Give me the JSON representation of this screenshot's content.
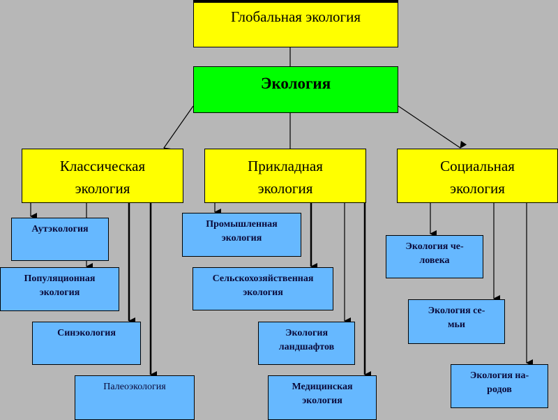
{
  "colors": {
    "background": "#b7b7b7",
    "global_box": "#ffff00",
    "root_box": "#00ff00",
    "branch_box": "#ffff00",
    "leaf_box": "#66b8ff",
    "connector": "#000000"
  },
  "global": {
    "label": "Глобальная экология"
  },
  "root": {
    "label": "Экология"
  },
  "branches": [
    {
      "label_line1": "Классическая",
      "label_line2": "экология",
      "children": [
        {
          "line1": "Аутэкология",
          "line2": ""
        },
        {
          "line1": "Популяционная",
          "line2": "экология"
        },
        {
          "line1": "Синэкология",
          "line2": ""
        },
        {
          "line1": "Палеоэкология",
          "line2": ""
        }
      ]
    },
    {
      "label_line1": "Прикладная",
      "label_line2": "экология",
      "children": [
        {
          "line1": "Промышленная",
          "line2": "экология"
        },
        {
          "line1": "Сельскохозяйственная",
          "line2": "экология"
        },
        {
          "line1": "Экология",
          "line2": "ландшафтов"
        },
        {
          "line1": "Медицинская",
          "line2": "экология"
        }
      ]
    },
    {
      "label_line1": "Социальная",
      "label_line2": "экология",
      "children": [
        {
          "line1": "Экология че-",
          "line2": "ловека"
        },
        {
          "line1": "Экология се-",
          "line2": "мьи"
        },
        {
          "line1": "Экология на-",
          "line2": "родов"
        }
      ]
    }
  ]
}
